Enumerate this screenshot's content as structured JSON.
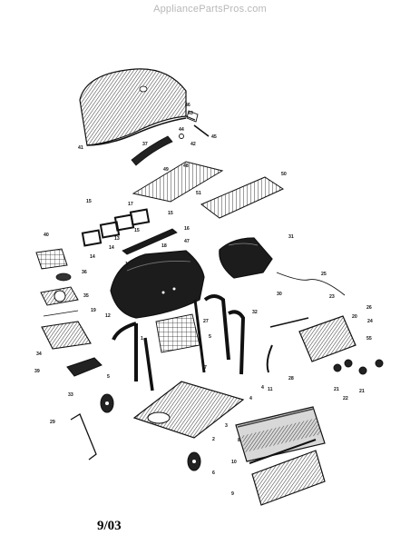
{
  "watermark": "AppliancePartsPros.com",
  "date_code": "9/03",
  "callouts": [
    "41",
    "46",
    "43",
    "44",
    "45",
    "42",
    "37",
    "48",
    "49",
    "50",
    "51",
    "15",
    "17",
    "15",
    "14",
    "15",
    "13",
    "18",
    "47",
    "16",
    "14",
    "40",
    "36",
    "35",
    "34",
    "1",
    "33",
    "39",
    "12",
    "19",
    "9",
    "5",
    "31",
    "26",
    "32",
    "30",
    "1",
    "2",
    "3",
    "21",
    "4",
    "4",
    "21",
    "22",
    "7",
    "10",
    "11",
    "29",
    "8",
    "6",
    "25",
    "23",
    "27",
    "28",
    "20",
    "55",
    "24",
    "5"
  ],
  "colors": {
    "line": "#111111",
    "hatch": "#555555",
    "dark_fill": "#2a2a2a"
  }
}
